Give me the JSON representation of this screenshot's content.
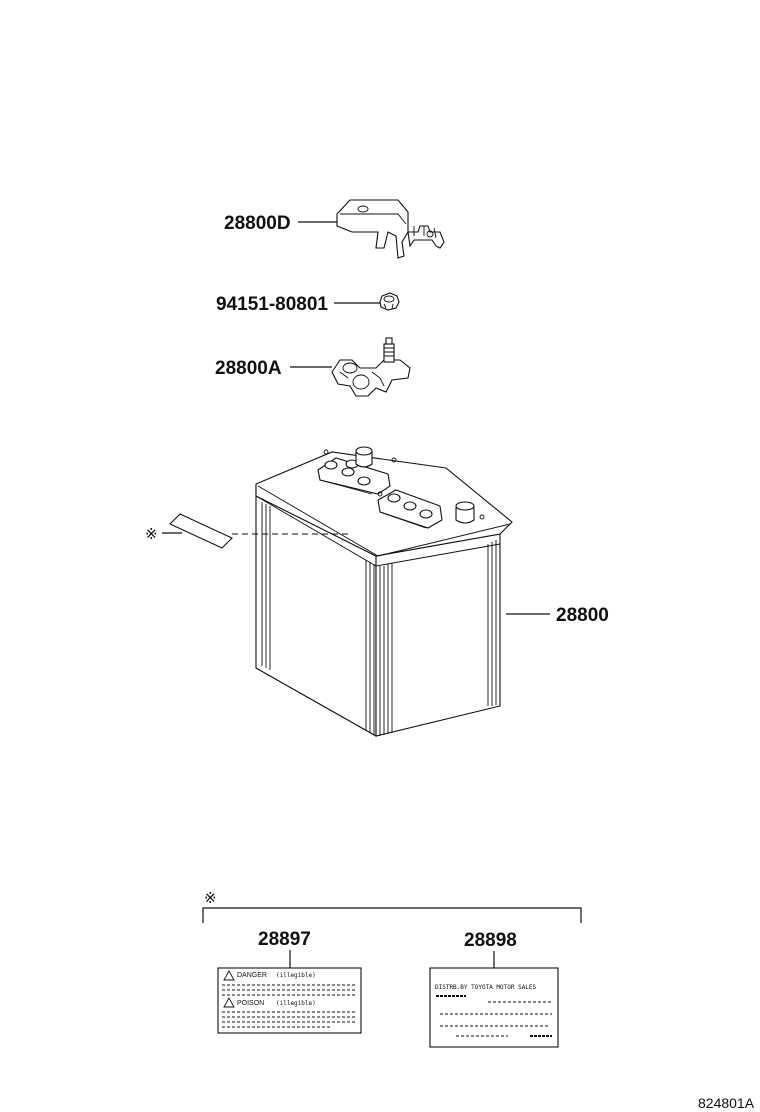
{
  "diagram": {
    "parts": {
      "terminal_cover": "28800D",
      "nut": "94151-80801",
      "terminal_clamp": "28800A",
      "battery": "28800",
      "warning_label": "28897",
      "caution_label": "28898"
    },
    "note_mark": "※",
    "warning_label_text": {
      "danger": "DANGER",
      "danger_sub": "(illegible)",
      "poison": "POISON",
      "poison_sub": "(illegible)"
    },
    "caution_label_text": {
      "distributor": "DISTRB.BY TOYOTA MOTOR SALES"
    },
    "figure_ref": "824801A"
  }
}
